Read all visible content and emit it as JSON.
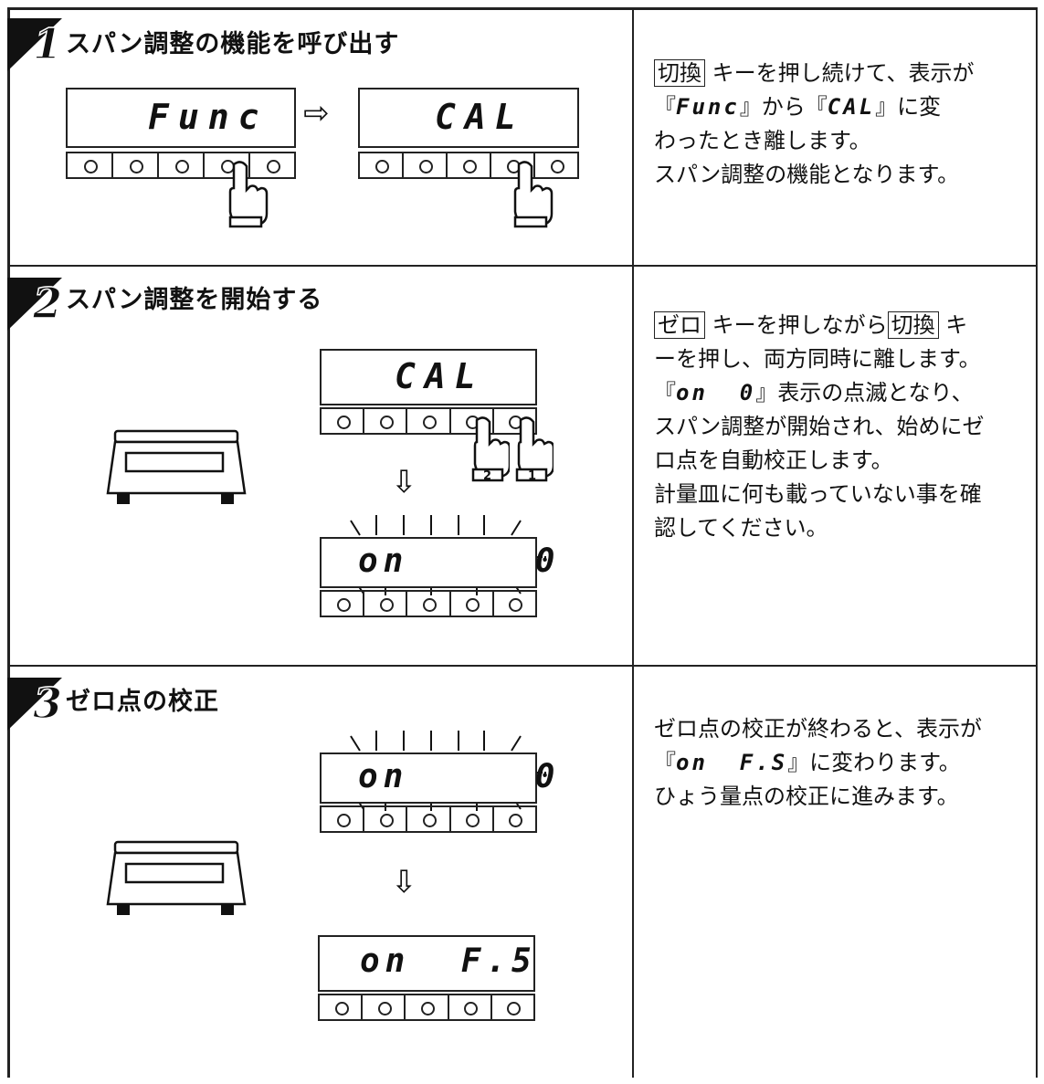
{
  "steps": [
    {
      "number": "1",
      "title": "スパン調整の機能を呼び出す",
      "displays": [
        "Func",
        "CAL"
      ],
      "desc": [
        {
          "key": "切換",
          "rest": "キーを押し続けて、表示が"
        },
        {
          "pre": "『",
          "seg1": "Func",
          "mid": "』から『",
          "seg2": "CAL",
          "post": "』に変"
        },
        {
          "text": "わったとき離します。"
        },
        {
          "text": "スパン調整の機能となります。"
        }
      ]
    },
    {
      "number": "2",
      "title": "スパン調整を開始する",
      "displays": [
        "CAL",
        "on     0"
      ],
      "finger_labels": [
        "2",
        "1"
      ],
      "desc": [
        {
          "key1": "ゼロ",
          "mid": "キーを押しながら",
          "key2": "切換",
          "post": "キ"
        },
        {
          "text": "ーを押し、両方同時に離します。"
        },
        {
          "pre": "『",
          "seg": "on  0",
          "post": "』表示の点滅となり、"
        },
        {
          "text": "スパン調整が開始され、始めにゼ"
        },
        {
          "text": "ロ点を自動校正します。"
        },
        {
          "text": "計量皿に何も載っていない事を確"
        },
        {
          "text": "認してください。"
        }
      ]
    },
    {
      "number": "3",
      "title": "ゼロ点の校正",
      "displays": [
        "on     0",
        "on  F.5"
      ],
      "desc": [
        {
          "text": "ゼロ点の校正が終わると、表示が"
        },
        {
          "pre": "『",
          "seg": "on  F.S",
          "post": "』に変わります。"
        },
        {
          "text": "ひょう量点の校正に進みます。"
        }
      ]
    }
  ],
  "icons": {
    "arrow_right": "⇨",
    "arrow_down": "⇩"
  }
}
